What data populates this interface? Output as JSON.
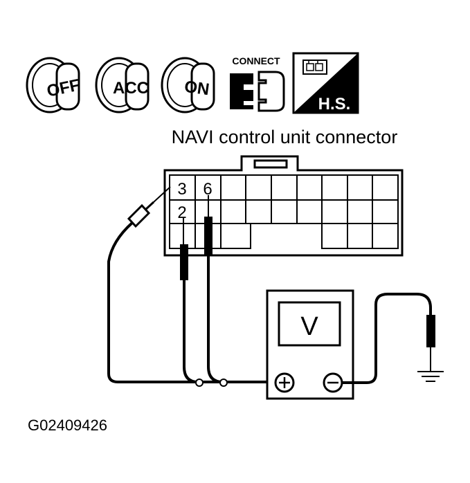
{
  "colors": {
    "ink": "#000000",
    "paper": "#ffffff"
  },
  "icons": {
    "ignition_off": "OFF",
    "ignition_acc": "ACC",
    "ignition_on": "ON",
    "connect_label": "CONNECT",
    "harness_side": "H.S."
  },
  "connector": {
    "title": "NAVI control unit connector",
    "pin_3": "3",
    "pin_6": "6",
    "pin_2": "2"
  },
  "meter": {
    "display": "V",
    "plus_symbol": "+",
    "minus_symbol": "−"
  },
  "figure_id": "G02409426"
}
